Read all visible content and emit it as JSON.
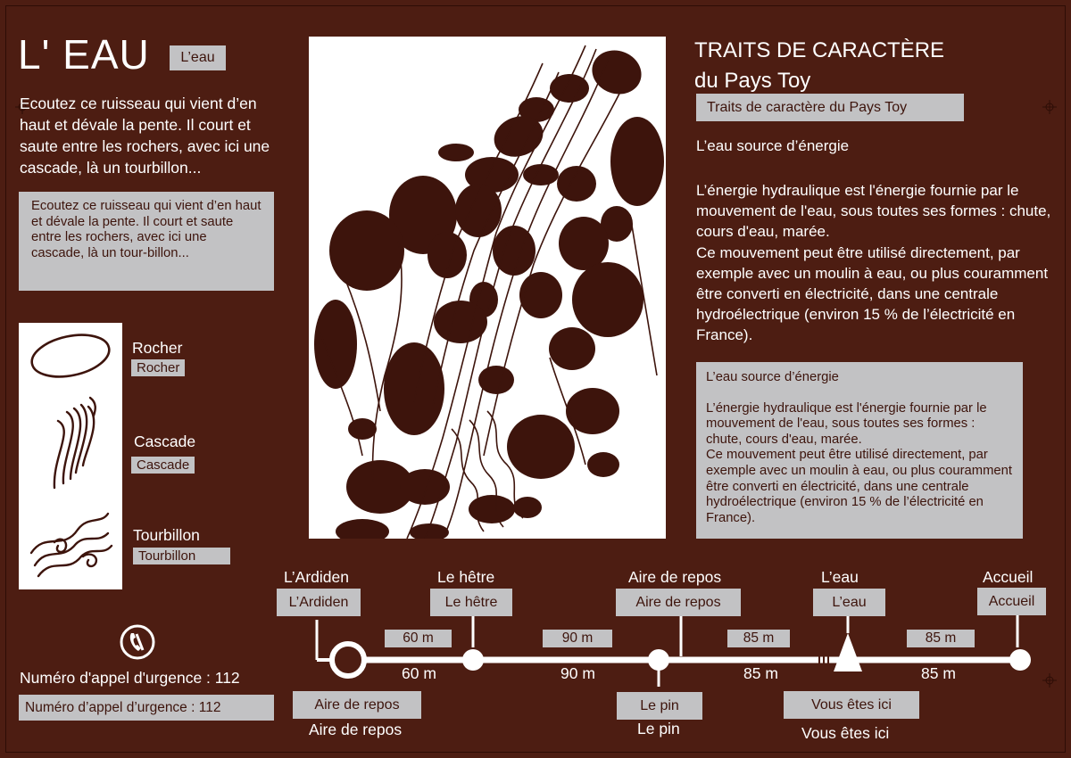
{
  "header": {
    "title": "L' EAU",
    "title_tag": "L’eau",
    "intro": "Ecoutez ce ruisseau qui vient d’en haut et dévale la pente. Il court et saute entre les rochers, avec ici une cascade, là un tourbillon...",
    "intro_box": "Ecoutez ce ruisseau qui vient d’en haut et dévale la pente. Il court et saute entre les rochers, avec ici une cascade, là un tour-billon..."
  },
  "legend": {
    "items": [
      {
        "label": "Rocher",
        "tag": "Rocher",
        "icon": "rock-icon"
      },
      {
        "label": "Cascade",
        "tag": "Cascade",
        "icon": "cascade-icon"
      },
      {
        "label": "Tourbillon",
        "tag": "Tourbillon",
        "icon": "whirlpool-icon"
      }
    ]
  },
  "right": {
    "title_line1": "TRAITS DE CARACTÈRE",
    "title_line2": "du Pays Toy",
    "title_tag": "Traits de caractère du Pays Toy",
    "heading": "L’eau source d’énergie",
    "body": "L’énergie hydraulique est l'énergie fournie par le mouvement de l'eau, sous toutes ses formes : chute, cours d'eau, marée.\nCe mouvement peut être utilisé directement, par exemple avec un moulin à eau, ou plus couramment être converti en électricité, dans une centrale hydroélectrique (environ 15 % de l’électricité en France).",
    "box_heading": "L’eau source d’énergie",
    "box_body": "L’énergie hydraulique est l'énergie fournie par le mouvement de l'eau, sous toutes ses formes : chute, cours d'eau, marée.\nCe mouvement peut être utilisé directement, par exemple avec un moulin à eau, ou plus couramment être converti en électricité, dans une centrale hydroélectrique (environ 15 % de l’électricité en France)."
  },
  "trail": {
    "stops_top": [
      {
        "label": "L’Ardiden",
        "tag": "L’Ardiden"
      },
      {
        "label": "Le hêtre",
        "tag": "Le hêtre"
      },
      {
        "label": "Aire de repos",
        "tag": "Aire de repos"
      },
      {
        "label": "L’eau",
        "tag": "L’eau"
      },
      {
        "label": "Accueil",
        "tag": "Accueil"
      }
    ],
    "stops_bottom": [
      {
        "label": "Aire de repos",
        "tag": "Aire de repos"
      },
      {
        "label": "Le pin",
        "tag": "Le pin"
      },
      {
        "label": "Vous êtes ici",
        "tag": "Vous êtes ici"
      }
    ],
    "distances": [
      {
        "tag": "60 m",
        "label": "60 m"
      },
      {
        "tag": "90 m",
        "label": "90 m"
      },
      {
        "tag": "85 m",
        "label": "85 m"
      },
      {
        "tag": "85 m",
        "label": "85 m"
      }
    ]
  },
  "emergency": {
    "icon": "phone-icon",
    "text": "Numéro d'appel d'urgence : 112",
    "tag": "Numéro d’appel d’urgence : 112"
  },
  "colors": {
    "background": "#4d1d12",
    "tag_gray": "#c2c2c4",
    "ink": "#3d140c",
    "white": "#ffffff"
  }
}
